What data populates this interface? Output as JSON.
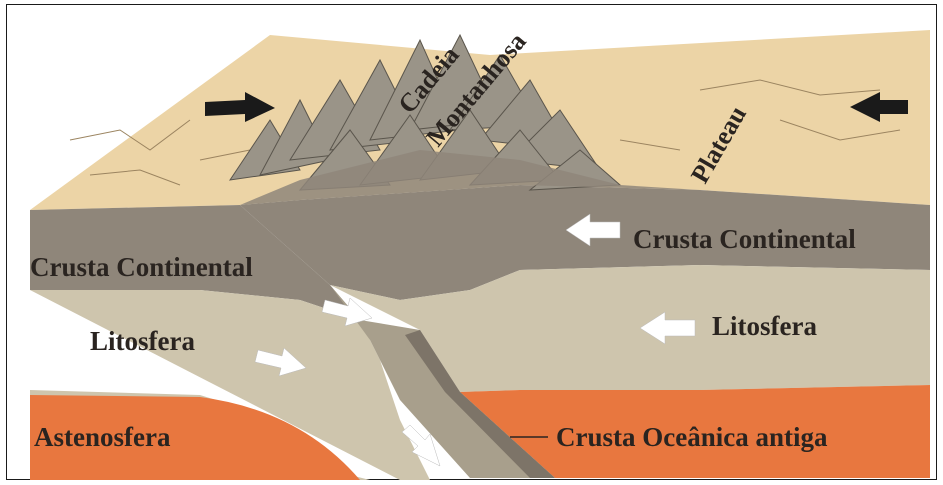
{
  "labels": {
    "mountain_line1": "Cadeia",
    "mountain_line2": "Montanhosa",
    "plateau": "Plateau",
    "crust_right": "Crusta Continental",
    "crust_left": "Crusta Continental",
    "litho_right": "Litosfera",
    "litho_left": "Litosfera",
    "astheno": "Astenosfera",
    "oceanic": "Crusta Oceânica antiga"
  },
  "colors": {
    "surface": "#ecd4a6",
    "crust": "#8f867a",
    "crust_dark": "#7d7468",
    "lithosphere": "#cec5ad",
    "asthenosphere": "#e8773f",
    "slab": "#a89f8c",
    "text": "#2a2420"
  }
}
